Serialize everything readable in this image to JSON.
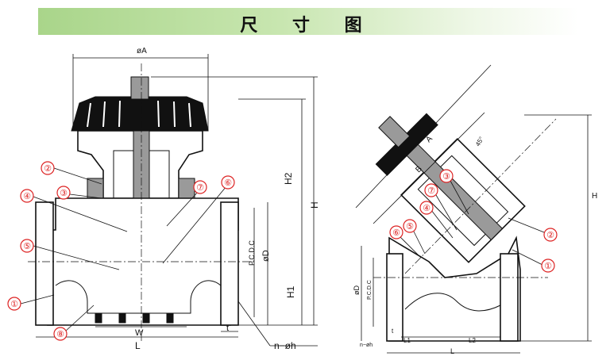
{
  "title": "尺 寸 图",
  "front_view": {
    "dims": {
      "phiA": "øA",
      "H2": "H2",
      "H": "H",
      "H1": "H1",
      "pcd": "P.C.D.C",
      "phiD": "øD",
      "W": "W",
      "L": "L",
      "t": "t",
      "holes": "n−øh"
    },
    "callouts": [
      "①",
      "②",
      "③",
      "④",
      "⑤",
      "⑥",
      "⑦",
      "⑧"
    ]
  },
  "angle_view": {
    "dims": {
      "A": "A",
      "B": "B",
      "H": "H",
      "phiD": "øD",
      "pcd": "P.C.D.C",
      "L": "L",
      "L1": "L1",
      "L2": "L2",
      "t": "t",
      "holes": "n−øh",
      "angle": "45°"
    },
    "callouts": [
      "①",
      "②",
      "③",
      "④",
      "⑤",
      "⑥",
      "⑦"
    ]
  },
  "colors": {
    "callout": "#dd2222",
    "banner_start": "#a9d58a",
    "banner_end": "#ffffff"
  }
}
